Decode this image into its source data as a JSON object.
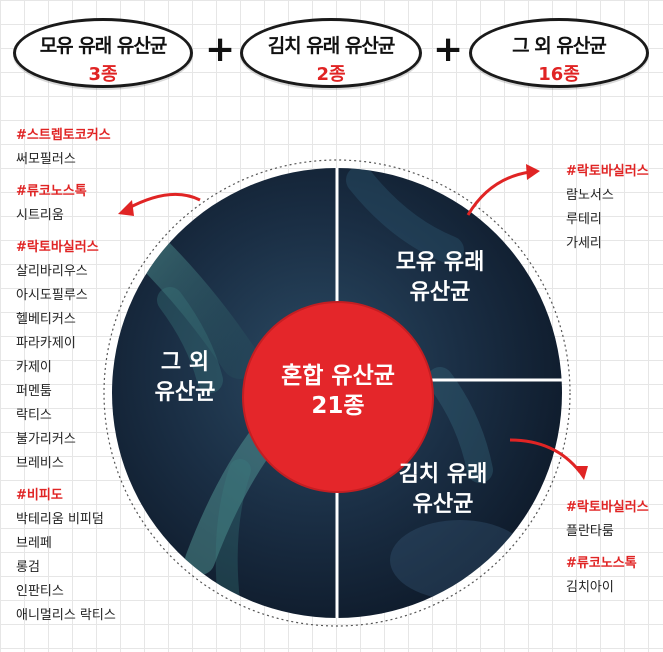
{
  "top": {
    "mother": {
      "title": "모유 유래 유산균",
      "count": "3종"
    },
    "kimchi": {
      "title": "김치 유래 유산균",
      "count": "2종"
    },
    "other": {
      "title": "그 외 유산균",
      "count": "16종"
    },
    "plus": "+"
  },
  "center": {
    "line1": "혼합 유산균",
    "line2": "21종"
  },
  "segments": {
    "mother": {
      "line1": "모유 유래",
      "line2": "유산균"
    },
    "kimchi": {
      "line1": "김치 유래",
      "line2": "유산균"
    },
    "other": {
      "line1": "그 외",
      "line2": "유산균"
    }
  },
  "left_list": {
    "groups": [
      {
        "heading": "#스트렙토코커스",
        "items": [
          "써모필러스"
        ]
      },
      {
        "heading": "#류코노스톡",
        "items": [
          "시트리움"
        ]
      },
      {
        "heading": "#락토바실러스",
        "items": [
          "살리바리우스",
          "아시도필루스",
          "헬베티커스",
          "파라카제이",
          "카제이",
          "퍼멘툼",
          "락티스",
          "불가리커스",
          "브레비스"
        ]
      },
      {
        "heading": "#비피도",
        "items": [
          "박테리움 비피덤",
          "브레페",
          "롱검",
          "인판티스",
          "애니멀리스 락티스"
        ]
      }
    ]
  },
  "right_top": {
    "heading": "#락토바실러스",
    "items": [
      "람노서스",
      "루테리",
      "가세리"
    ]
  },
  "right_bottom": {
    "groups": [
      {
        "heading": "#락토바실러스",
        "items": [
          "플란타룸"
        ]
      },
      {
        "heading": "#류코노스톡",
        "items": [
          "김치아이"
        ]
      }
    ]
  },
  "colors": {
    "accent": "#e02424",
    "circle_dark": "#1a2e44"
  }
}
